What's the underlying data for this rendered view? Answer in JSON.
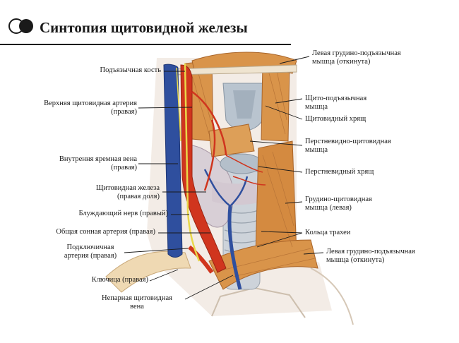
{
  "title": "Синтопия щитовидной железы",
  "colors": {
    "muscle": "#d9944a",
    "muscle_dark": "#a9652a",
    "artery": "#d0351e",
    "vein": "#2f4f9e",
    "nerve": "#e8d84a",
    "cartilage": "#b9c4cf",
    "gland": "#d8cfd6",
    "bone": "#efd9b3"
  },
  "labels_left": [
    {
      "id": "hyoid",
      "lines": [
        "Подъязычная кость"
      ]
    },
    {
      "id": "sup-thyroid-artery",
      "lines": [
        "Верхняя щитовидная артерия",
        "(правая)"
      ]
    },
    {
      "id": "int-jugular",
      "lines": [
        "Внутрення яремная вена",
        "(правая)"
      ]
    },
    {
      "id": "thyroid-gland",
      "lines": [
        "Щитовидная железа",
        "(правая доля)"
      ]
    },
    {
      "id": "vagus",
      "lines": [
        "Блуждающий нерв (правый)"
      ]
    },
    {
      "id": "common-carotid",
      "lines": [
        "Общая сонная артерия (правая)"
      ]
    },
    {
      "id": "subclavian",
      "lines": [
        "Подключичная",
        "артерия (правая)"
      ]
    },
    {
      "id": "clavicle",
      "lines": [
        "Ключица (правая)"
      ]
    },
    {
      "id": "unpaired-vein",
      "lines": [
        "Непарная щитовидная",
        "вена"
      ]
    }
  ],
  "labels_right": [
    {
      "id": "sternohyoid-top",
      "lines": [
        "Левая грудино-подъязычная",
        "мышца (откинута)"
      ]
    },
    {
      "id": "thyrohyoid",
      "lines": [
        "Щито-подъязычная",
        "мышца"
      ]
    },
    {
      "id": "thyroid-cartilage",
      "lines": [
        "Щитовидный хрящ"
      ]
    },
    {
      "id": "cricothyroid",
      "lines": [
        "Перстневидно-щитовидная",
        "мышца"
      ]
    },
    {
      "id": "cricoid",
      "lines": [
        "Перстневидный хрящ"
      ]
    },
    {
      "id": "sternothyroid",
      "lines": [
        "Грудино-щитовидная",
        "мышца (левая)"
      ]
    },
    {
      "id": "tracheal-rings",
      "lines": [
        "Кольца трахеи"
      ]
    },
    {
      "id": "sternohyoid-bottom",
      "lines": [
        "Левая грудино-подъязычная",
        "мышца (откинута)"
      ]
    }
  ]
}
